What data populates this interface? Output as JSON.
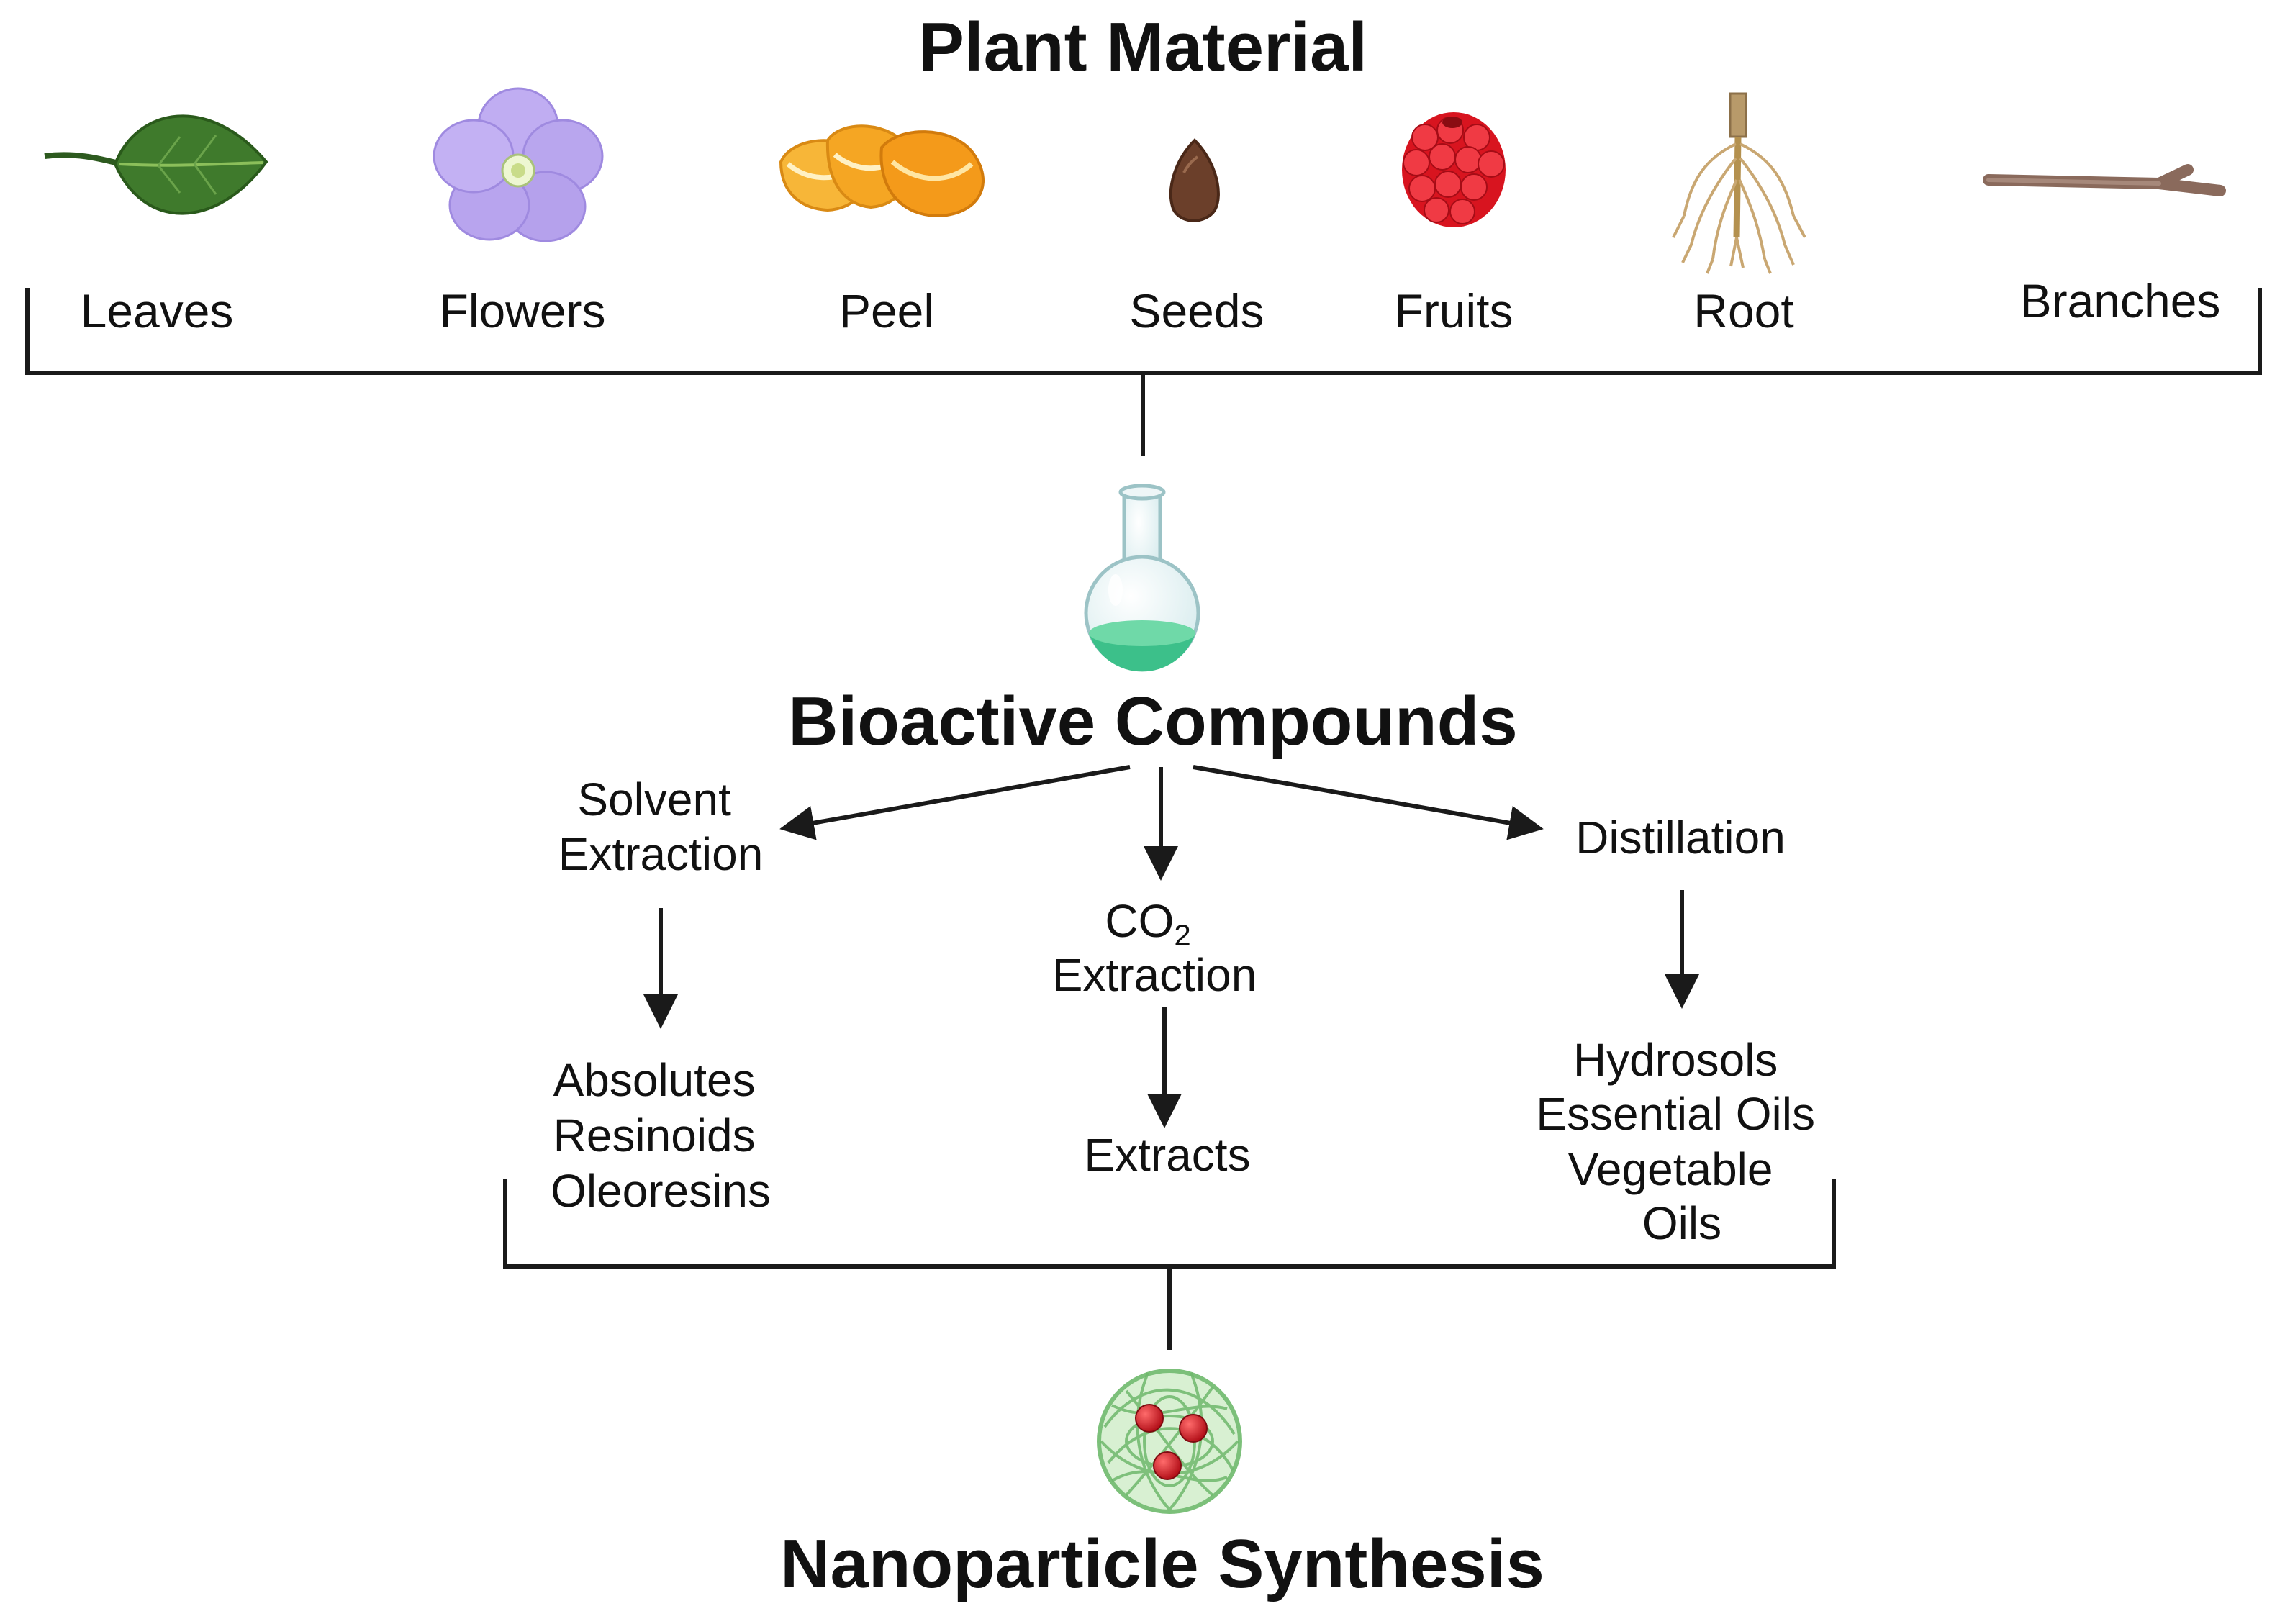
{
  "titles": {
    "plant_material": "Plant Material",
    "bioactive": "Bioactive Compounds",
    "nanoparticle": "Nanoparticle Synthesis"
  },
  "sources": [
    {
      "label": "Leaves",
      "icon": "leaf-icon"
    },
    {
      "label": "Flowers",
      "icon": "flower-icon"
    },
    {
      "label": "Peel",
      "icon": "orange-peel-icon"
    },
    {
      "label": "Seeds",
      "icon": "seed-icon"
    },
    {
      "label": "Fruits",
      "icon": "raspberry-icon"
    },
    {
      "label": "Root",
      "icon": "root-icon"
    },
    {
      "label": "Branches",
      "icon": "branch-icon"
    }
  ],
  "methods": {
    "solvent": {
      "line1": "Solvent",
      "line2": "Extraction"
    },
    "co2": {
      "line1": "CO",
      "sub": "2",
      "line2": "Extraction"
    },
    "distillation": {
      "line1": "Distillation"
    }
  },
  "products": {
    "solvent": [
      "Absolutes",
      "Resinoids",
      "Oleoresins"
    ],
    "co2": [
      "Extracts"
    ],
    "distillation": [
      "Hydrosols",
      "Essential Oils",
      "Vegetable",
      "Oils"
    ]
  },
  "colors": {
    "line": "#1a1a1a",
    "leaf": "#3f7a2c",
    "flower": "#b9a6ee",
    "peel": "#f5a623",
    "seed": "#6b3f2a",
    "fruit": "#e21e2b",
    "root": "#c9a772",
    "branch": "#8a6a5c",
    "flask_liquid": "#3cc08a",
    "nano_mesh": "#8fd08a",
    "nano_core": "#d21b25"
  }
}
